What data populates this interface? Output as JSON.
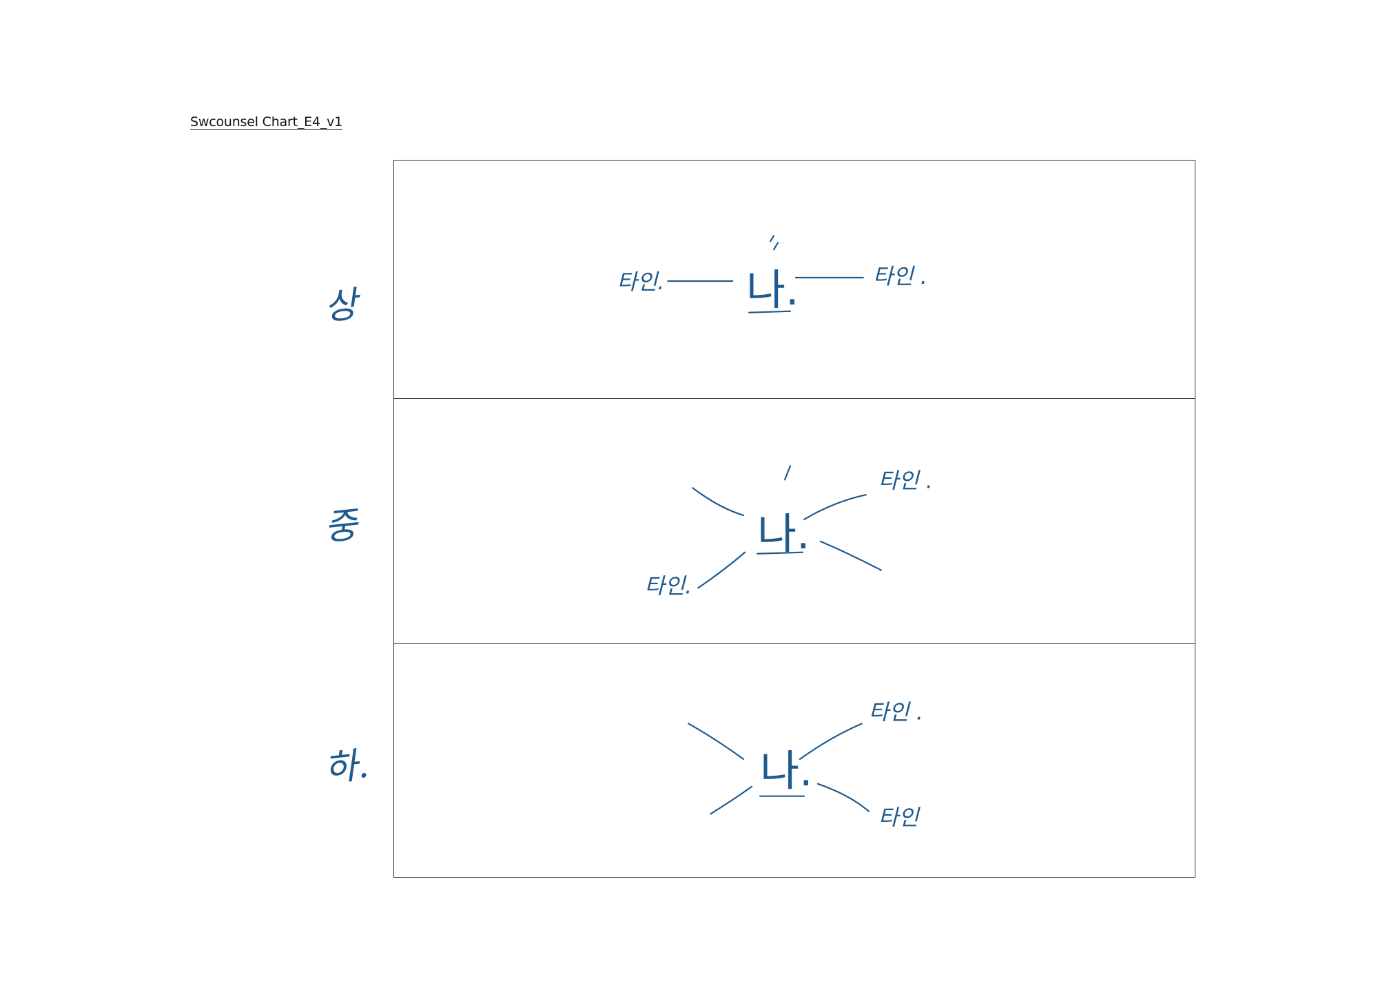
{
  "document": {
    "title": "Swcounsel Chart_E4_v1"
  },
  "colors": {
    "ink": "#1f5a8e",
    "border": "#333333",
    "background": "#ffffff"
  },
  "rows": [
    {
      "label": "상",
      "center": "나.",
      "others": [
        "타인.",
        "타인 ."
      ]
    },
    {
      "label": "중",
      "center": "나.",
      "others": [
        "타인 .",
        "타인."
      ]
    },
    {
      "label": "하.",
      "center": "나.",
      "others": [
        "타인 .",
        "타인"
      ]
    }
  ]
}
